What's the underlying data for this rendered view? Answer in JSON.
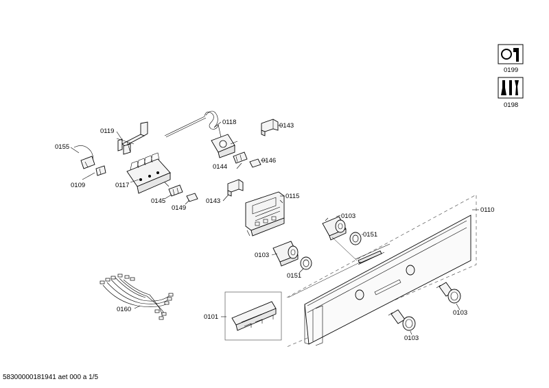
{
  "labels": {
    "l0199": "0199",
    "l0198": "0198",
    "l0119": "0119",
    "l0118": "0118",
    "l0143a": "0143",
    "l0155": "0155",
    "l0144": "0144",
    "l0146": "0146",
    "l0109": "0109",
    "l0117": "0117",
    "l0145": "0145",
    "l0149": "0149",
    "l0143b": "0143",
    "l0115": "0115",
    "l0110": "0110",
    "l0103a": "0103",
    "l0151a": "0151",
    "l0103b": "0103",
    "l0151b": "0151",
    "l0160": "0160",
    "l0101": "0101",
    "l0103c": "0103",
    "l0103d": "0103"
  },
  "icons": {
    "service_icon": "wrench-manual-icon",
    "tools_icon": "tools-icon"
  },
  "footer": {
    "text": "58300000181941 aet 000 a 1/5"
  }
}
